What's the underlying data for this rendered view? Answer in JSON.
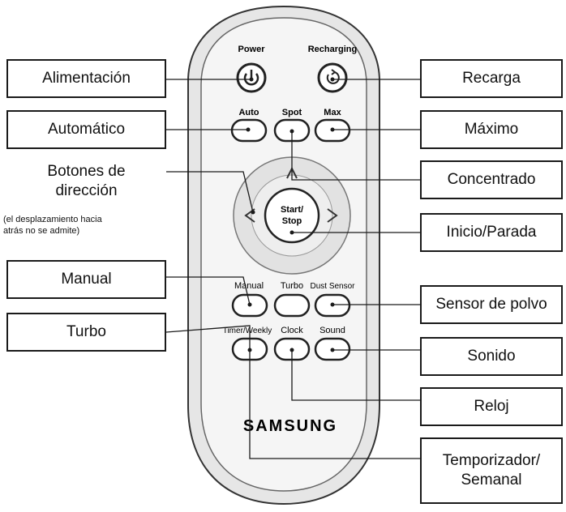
{
  "remote": {
    "button_labels": {
      "power": "Power",
      "recharging": "Recharging",
      "auto": "Auto",
      "spot": "Spot",
      "max": "Max",
      "start_stop_line1": "Start/",
      "start_stop_line2": "Stop",
      "manual": "Manual",
      "turbo": "Turbo",
      "dust_sensor": "Dust Sensor",
      "timer_weekly": "Timer/Weekly",
      "clock": "Clock",
      "sound": "Sound"
    },
    "brand": "SAMSUNG"
  },
  "callouts": {
    "alimentacion": "Alimentación",
    "automatico": "Automático",
    "botones_line1": "Botones de",
    "botones_line2": "dirección",
    "botones_note_line1": "(el desplazamiento hacia",
    "botones_note_line2": "atrás no se admite)",
    "manual": "Manual",
    "turbo": "Turbo",
    "recarga": "Recarga",
    "maximo": "Máximo",
    "concentrado": "Concentrado",
    "inicio_parada": "Inicio/Parada",
    "sensor_de_polvo": "Sensor de polvo",
    "sonido": "Sonido",
    "reloj": "Reloj",
    "temporizador_line1": "Temporizador/",
    "temporizador_line2": "Semanal"
  },
  "colors": {
    "line": "#1a1a1a",
    "remote_body": "#ececec",
    "remote_edge": "#4a4a4a",
    "button": "#ffffff"
  }
}
